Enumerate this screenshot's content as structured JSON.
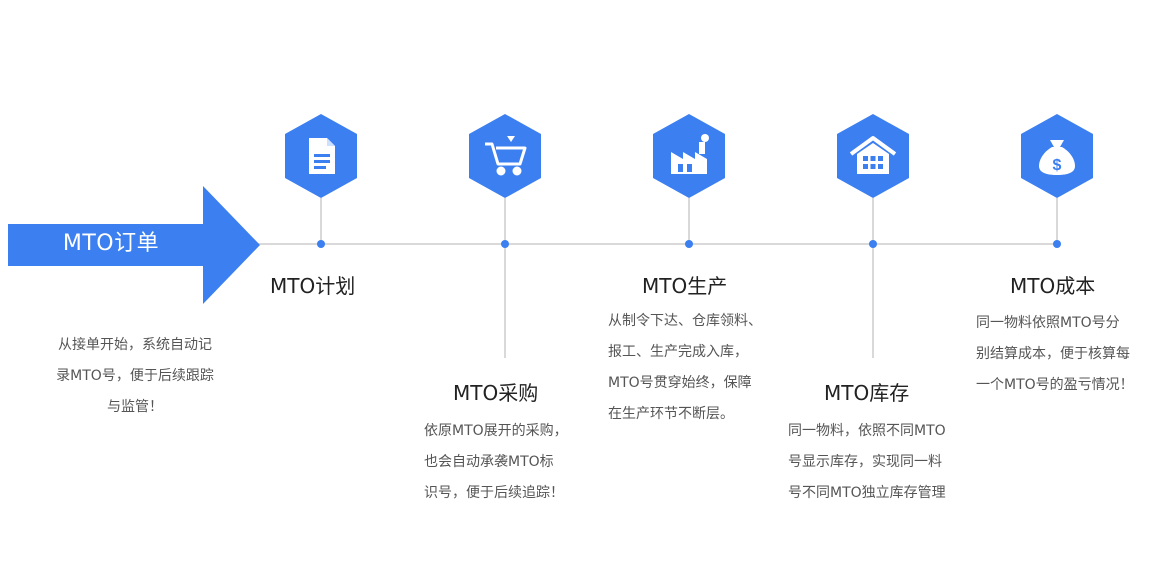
{
  "start": {
    "label": "MTO订单",
    "desc": [
      "从接单开始，系统自动记",
      "录MTO号，便于后续跟踪",
      "与监管！"
    ]
  },
  "steps": [
    {
      "title": "MTO计划",
      "icon": "document-icon",
      "desc": []
    },
    {
      "title": "MTO采购",
      "icon": "shopping-cart-icon",
      "desc": [
        "依原MTO展开的采购，",
        "也会自动承袭MTO标",
        "识号，便于后续追踪！"
      ]
    },
    {
      "title": "MTO生产",
      "icon": "factory-icon",
      "desc": [
        "从制令下达、仓库领料、",
        "报工、生产完成入库，",
        "MTO号贯穿始终，保障",
        "在生产环节不断层。"
      ]
    },
    {
      "title": "MTO库存",
      "icon": "warehouse-icon",
      "desc": [
        "同一物料，依照不同MTO",
        "号显示库存，实现同一料",
        "号不同MTO独立库存管理"
      ]
    },
    {
      "title": "MTO成本",
      "icon": "money-bag-icon",
      "desc": [
        "同一物料依照MTO号分",
        "别结算成本，便于核算每",
        "一个MTO号的盈亏情况！"
      ]
    }
  ],
  "colors": {
    "accent": "#3b7ff0",
    "line": "#d9d9d9"
  }
}
